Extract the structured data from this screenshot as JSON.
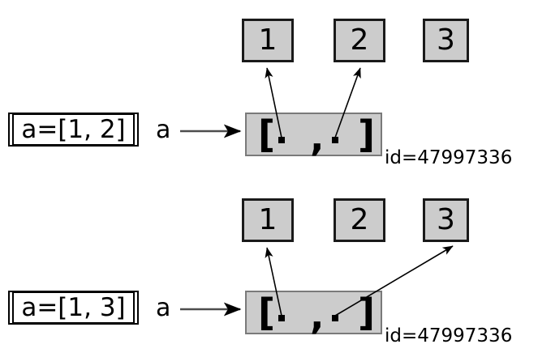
{
  "diagram": {
    "title": "python-list-aliasing-diagram",
    "colors": {
      "box_fill": "#cccccc",
      "box_border": "#1a1a1a",
      "list_border": "#7a7a7a",
      "code_box_fill": "#ffffff",
      "text": "#000000",
      "arrow": "#000000",
      "background": "#ffffff"
    },
    "rows": [
      {
        "id": "row-top",
        "code": "a=[1, 2]",
        "var_name": "a",
        "list_repr": "[ . , . ]",
        "object_id": "id=47997336",
        "values": [
          {
            "label": "1",
            "referenced": true
          },
          {
            "label": "2",
            "referenced": true
          },
          {
            "label": "3",
            "referenced": false
          }
        ]
      },
      {
        "id": "row-bottom",
        "code": "a=[1, 3]",
        "var_name": "a",
        "list_repr": "[ . , . ]",
        "object_id": "id=47997336",
        "values": [
          {
            "label": "1",
            "referenced": true
          },
          {
            "label": "2",
            "referenced": false
          },
          {
            "label": "3",
            "referenced": true
          }
        ]
      }
    ],
    "list_glyphs": {
      "open_bracket": "[",
      "comma": ",",
      "close_bracket": "]"
    }
  }
}
